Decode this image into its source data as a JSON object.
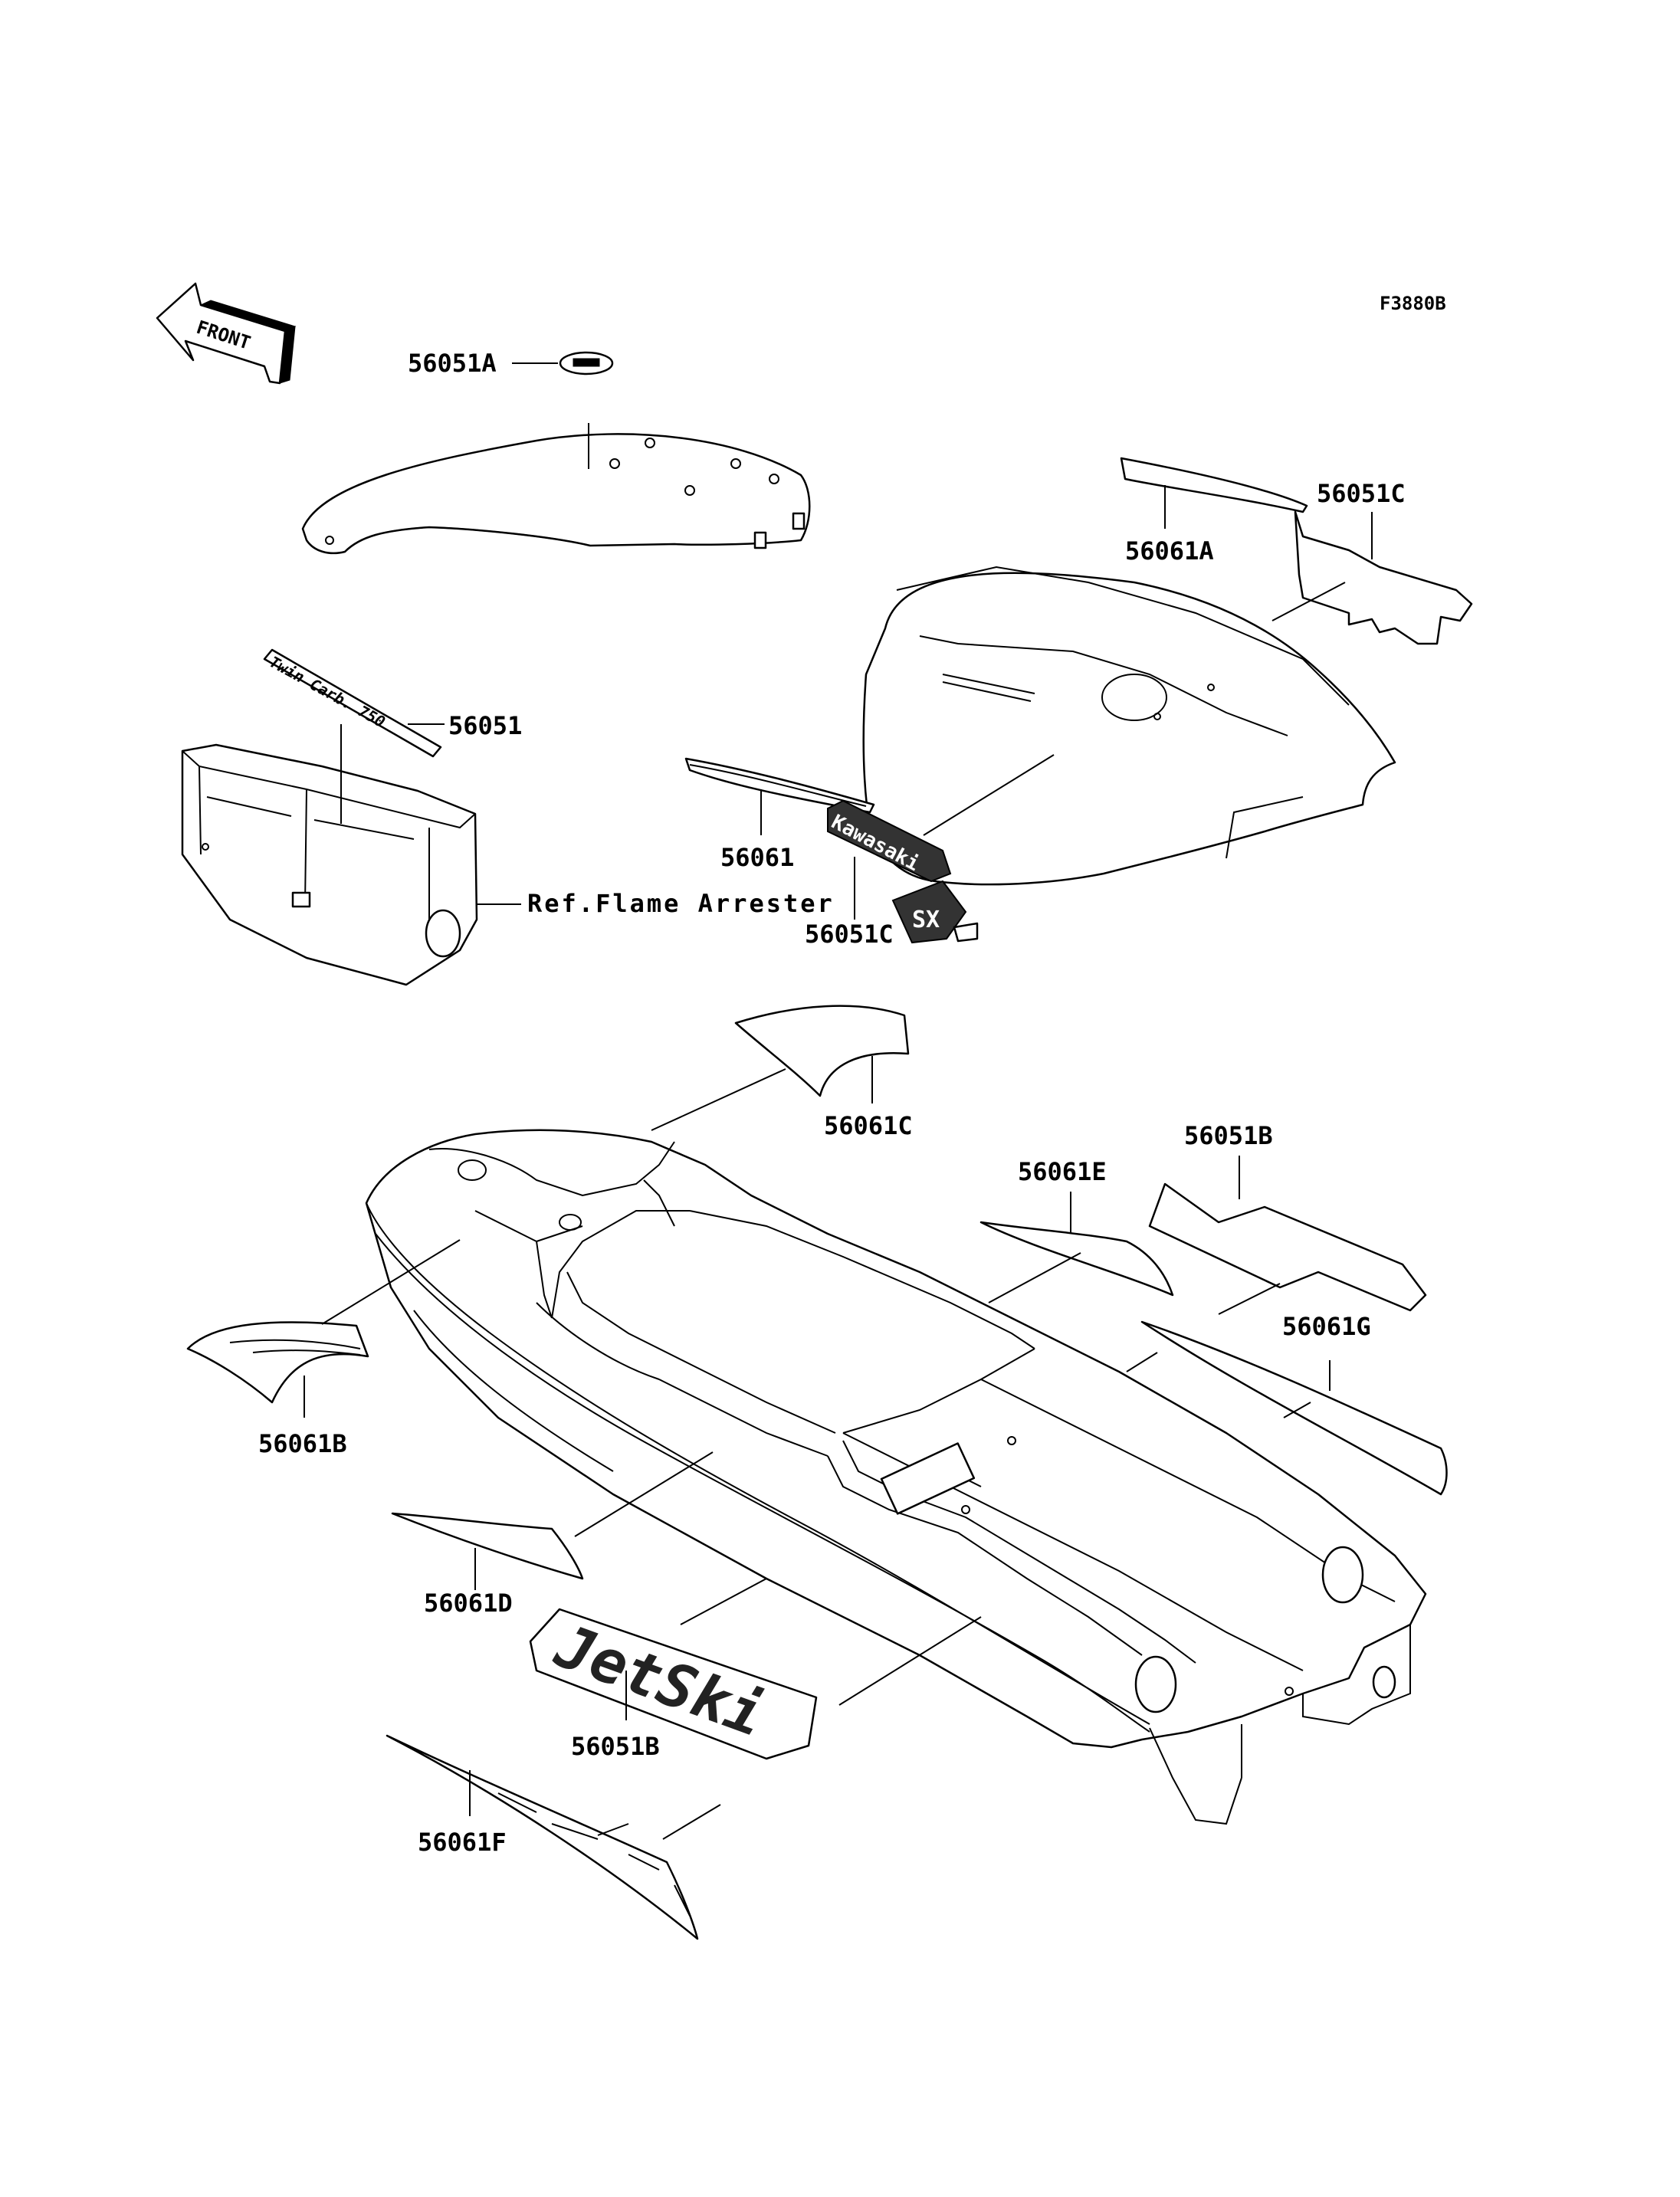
{
  "diagram_code": "F3880B",
  "front_arrow_text": "FRONT",
  "callouts": {
    "c56051A": "56051A",
    "c56061A": "56061A",
    "c56051C_top": "56051C",
    "c56051": "56051",
    "ref_flame_arrester": "Ref.Flame Arrester",
    "c56061": "56061",
    "c56051C_mid": "56051C",
    "c56061C": "56061C",
    "c56051B_top": "56051B",
    "c56061E": "56061E",
    "c56061G": "56061G",
    "c56061B": "56061B",
    "c56061D": "56061D",
    "c56051B_bottom": "56051B",
    "c56061F": "56061F"
  },
  "decal_text": {
    "twin_carb": "Twin Carb. 750",
    "kawasaki": "Kawasaki",
    "sx": "SX",
    "jetski": "JetSki"
  },
  "colors": {
    "line": "#000000",
    "background": "#ffffff"
  }
}
